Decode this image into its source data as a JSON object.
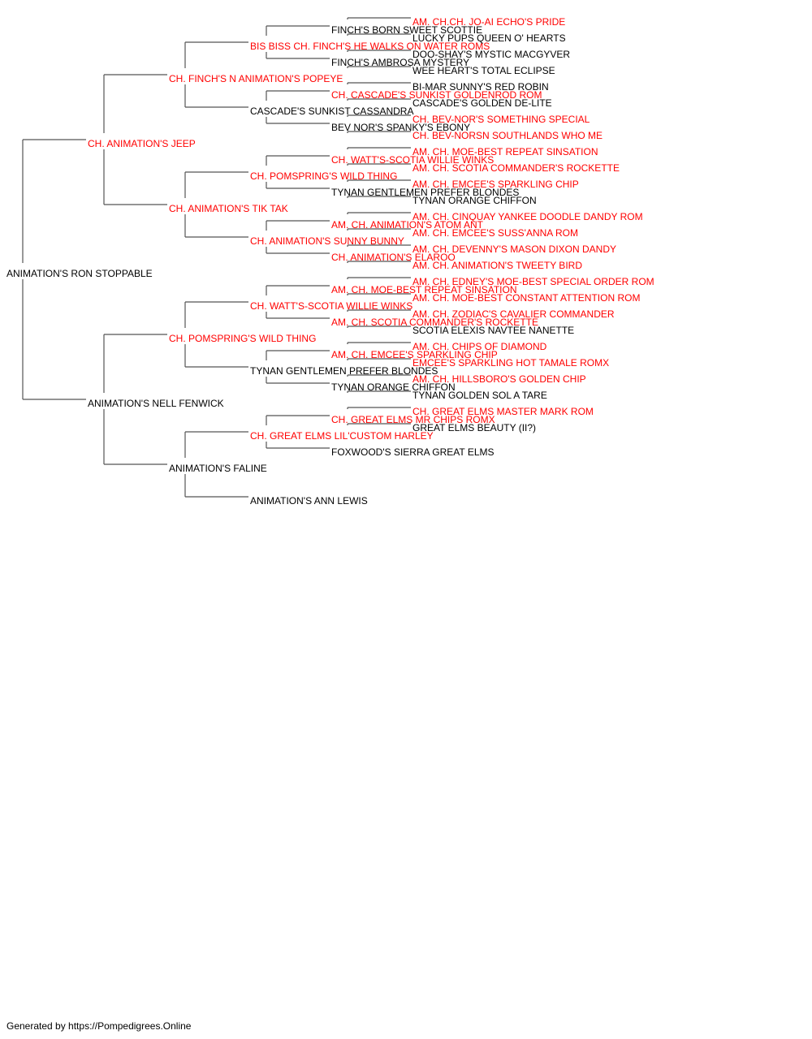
{
  "colors": {
    "champion": "#ff0000",
    "regular": "#000000",
    "line": "#555555"
  },
  "pedigree": {
    "name": "ANIMATION'S RON STOPPABLE",
    "champion": false,
    "parents": [
      {
        "name": "CH. ANIMATION'S JEEP",
        "champion": true,
        "parents": [
          {
            "name": "CH. FINCH'S N ANIMATION'S POPEYE",
            "champion": true,
            "parents": [
              {
                "name": "BIS BISS CH. FINCH'S HE WALKS ON WATER ROMS",
                "champion": true,
                "parents": [
                  {
                    "name": "FINCH'S BORN SWEET SCOTTIE",
                    "champion": false,
                    "parents": [
                      {
                        "name": "AM. CH.CH. JO-AI ECHO'S PRIDE",
                        "champion": true
                      },
                      {
                        "name": "LUCKY PUPS QUEEN O' HEARTS",
                        "champion": false
                      }
                    ]
                  },
                  {
                    "name": "FINCH'S AMBROSA MYSTERY",
                    "champion": false,
                    "parents": [
                      {
                        "name": "DOO-SHAY'S MYSTIC MACGYVER",
                        "champion": false
                      },
                      {
                        "name": "WEE HEART'S TOTAL ECLIPSE",
                        "champion": false
                      }
                    ]
                  }
                ]
              },
              {
                "name": "CASCADE'S SUNKIST CASSANDRA",
                "champion": false,
                "parents": [
                  {
                    "name": "CH. CASCADE'S SUNKIST GOLDENROD ROM",
                    "champion": true,
                    "parents": [
                      {
                        "name": "BI-MAR SUNNY'S RED ROBIN",
                        "champion": false
                      },
                      {
                        "name": "CASCADE'S GOLDEN DE-LITE",
                        "champion": false
                      }
                    ]
                  },
                  {
                    "name": "BEV NOR'S SPANKY'S EBONY",
                    "champion": false,
                    "parents": [
                      {
                        "name": "CH. BEV-NOR'S SOMETHING SPECIAL",
                        "champion": true
                      },
                      {
                        "name": "CH. BEV-NORSN SOUTHLANDS WHO ME",
                        "champion": true
                      }
                    ]
                  }
                ]
              }
            ]
          },
          {
            "name": "CH. ANIMATION'S TIK TAK",
            "champion": true,
            "parents": [
              {
                "name": "CH. POMSPRING'S WILD THING",
                "champion": true,
                "parents": [
                  {
                    "name": "CH. WATT'S-SCOTIA WILLIE WINKS",
                    "champion": true,
                    "parents": [
                      {
                        "name": "AM. CH. MOE-BEST REPEAT SINSATION",
                        "champion": true
                      },
                      {
                        "name": "AM. CH. SCOTIA COMMANDER'S ROCKETTE",
                        "champion": true
                      }
                    ]
                  },
                  {
                    "name": "TYNAN GENTLEMEN PREFER BLONDES",
                    "champion": false,
                    "parents": [
                      {
                        "name": "AM. CH. EMCEE'S SPARKLING CHIP",
                        "champion": true
                      },
                      {
                        "name": "TYNAN ORANGE CHIFFON",
                        "champion": false
                      }
                    ]
                  }
                ]
              },
              {
                "name": "CH. ANIMATION'S SUNNY BUNNY",
                "champion": true,
                "parents": [
                  {
                    "name": "AM. CH. ANIMATION'S ATOM ANT",
                    "champion": true,
                    "parents": [
                      {
                        "name": "AM. CH. CINQUAY YANKEE DOODLE DANDY ROM",
                        "champion": true
                      },
                      {
                        "name": "AM. CH. EMCEE'S SUSS'ANNA ROM",
                        "champion": true
                      }
                    ]
                  },
                  {
                    "name": "CH. ANIMATION'S ELAROO",
                    "champion": true,
                    "parents": [
                      {
                        "name": "AM. CH. DEVENNY'S MASON DIXON DANDY",
                        "champion": true
                      },
                      {
                        "name": "AM. CH. ANIMATION'S TWEETY BIRD",
                        "champion": true
                      }
                    ]
                  }
                ]
              }
            ]
          }
        ]
      },
      {
        "name": "ANIMATION'S NELL FENWICK",
        "champion": false,
        "parents": [
          {
            "name": "CH. POMSPRING'S WILD THING",
            "champion": true,
            "parents": [
              {
                "name": "CH. WATT'S-SCOTIA WILLIE WINKS",
                "champion": true,
                "parents": [
                  {
                    "name": "AM. CH. MOE-BEST REPEAT SINSATION",
                    "champion": true,
                    "parents": [
                      {
                        "name": "AM. CH. EDNEY'S MOE-BEST SPECIAL ORDER ROM",
                        "champion": true
                      },
                      {
                        "name": "AM. CH. MOE-BEST CONSTANT ATTENTION ROM",
                        "champion": true
                      }
                    ]
                  },
                  {
                    "name": "AM. CH. SCOTIA COMMANDER'S ROCKETTE",
                    "champion": true,
                    "parents": [
                      {
                        "name": "AM. CH. ZODIAC'S CAVALIER COMMANDER",
                        "champion": true
                      },
                      {
                        "name": "SCOTIA ELEXIS NAVTEE NANETTE",
                        "champion": false
                      }
                    ]
                  }
                ]
              },
              {
                "name": "TYNAN GENTLEMEN PREFER BLONDES",
                "champion": false,
                "parents": [
                  {
                    "name": "AM. CH. EMCEE'S SPARKLING CHIP",
                    "champion": true,
                    "parents": [
                      {
                        "name": "AM. CH. CHIPS OF DIAMOND",
                        "champion": true
                      },
                      {
                        "name": "EMCEE'S SPARKLING HOT TAMALE ROMX",
                        "champion": true
                      }
                    ]
                  },
                  {
                    "name": "TYNAN ORANGE CHIFFON",
                    "champion": false,
                    "parents": [
                      {
                        "name": "AM. CH. HILLSBORO'S GOLDEN CHIP",
                        "champion": true
                      },
                      {
                        "name": "TYNAN GOLDEN SOL A TARE",
                        "champion": false
                      }
                    ]
                  }
                ]
              }
            ]
          },
          {
            "name": "ANIMATION'S FALINE",
            "champion": false,
            "parents": [
              {
                "name": "CH. GREAT ELMS LIL'CUSTOM HARLEY",
                "champion": true,
                "parents": [
                  {
                    "name": "CH. GREAT ELMS MR CHIPS ROMX",
                    "champion": true,
                    "parents": [
                      {
                        "name": "CH. GREAT ELMS MASTER MARK ROM",
                        "champion": true
                      },
                      {
                        "name": "GREAT ELMS BEAUTY (II?)",
                        "champion": false
                      }
                    ]
                  },
                  {
                    "name": "FOXWOOD'S SIERRA GREAT ELMS",
                    "champion": false
                  }
                ]
              },
              {
                "name": "ANIMATION'S ANN LEWIS",
                "champion": false
              }
            ]
          }
        ]
      }
    ]
  },
  "footer": {
    "text": "Generated by https://Pompedigrees.Online"
  }
}
